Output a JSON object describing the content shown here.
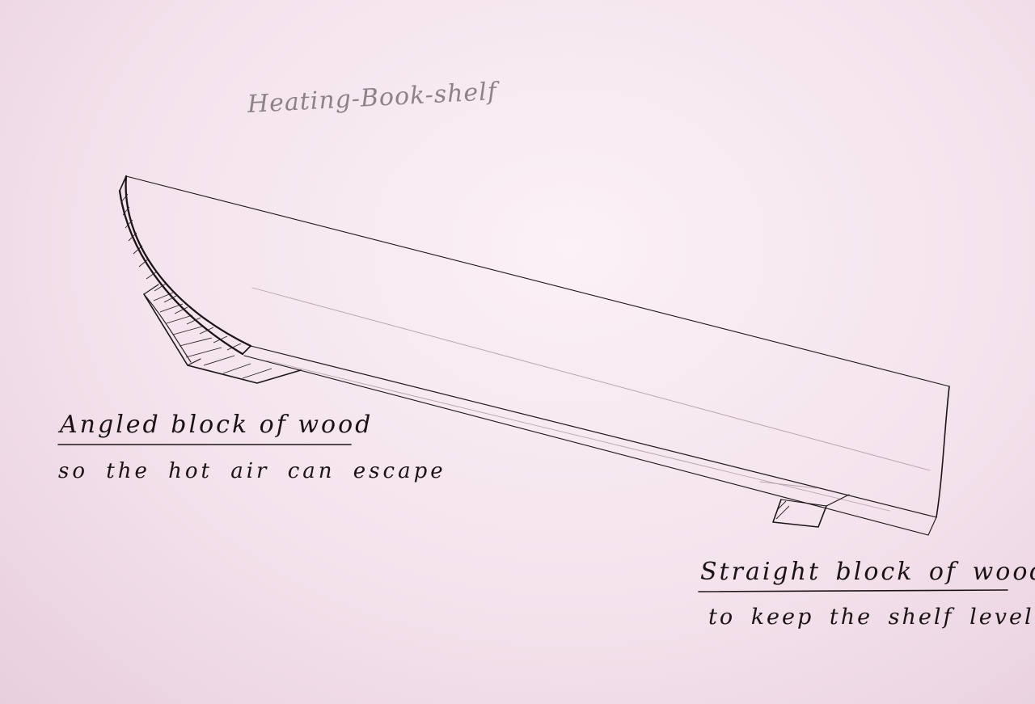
{
  "sketch": {
    "title": "Heating-Book-shelf",
    "annotations": [
      {
        "heading": "Angled block of wood",
        "note": "so the hot  air can escape"
      },
      {
        "heading": "Straight block of wood",
        "note": "to keep the shelf level"
      }
    ]
  },
  "colors": {
    "ink": "#1d1419",
    "pencil": "#8f8189",
    "paper": "#f4e3ec"
  }
}
